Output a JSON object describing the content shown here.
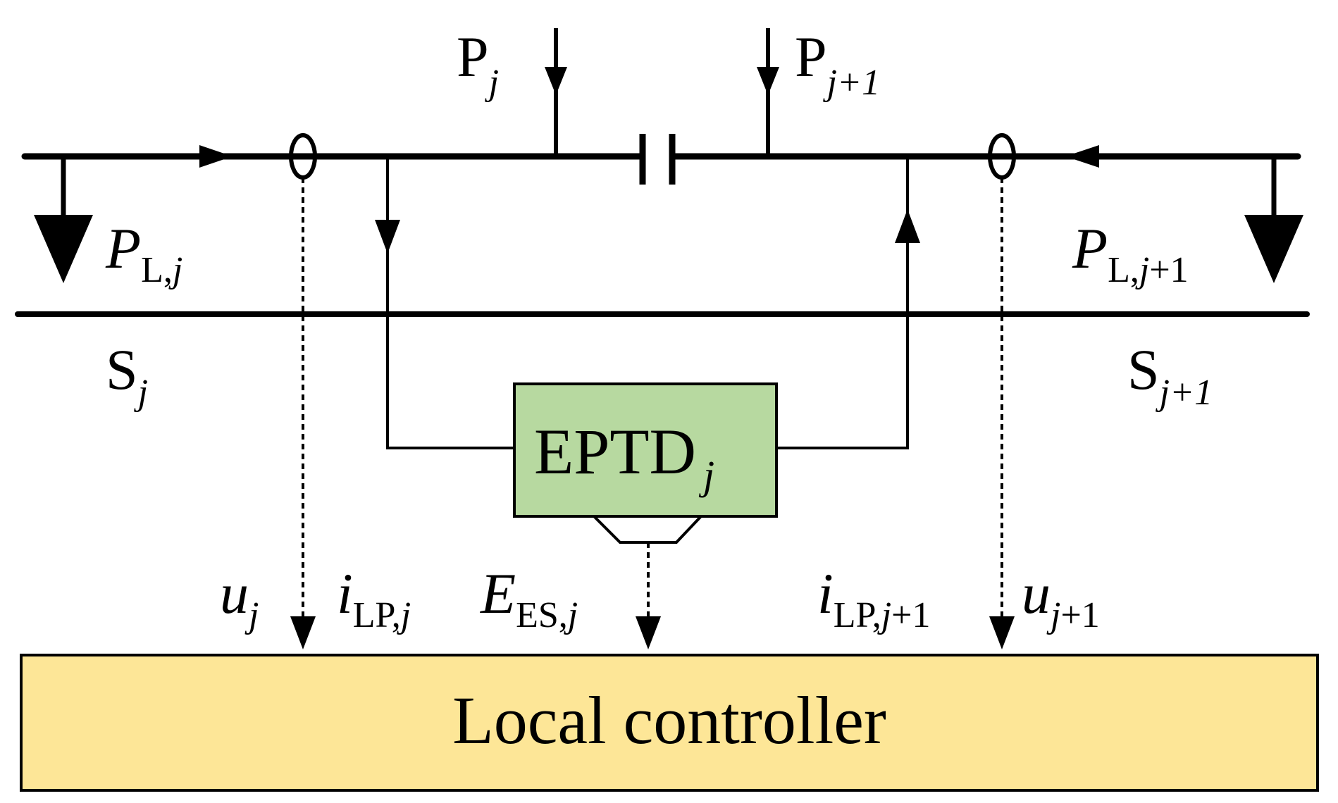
{
  "colors": {
    "line": "#000000",
    "eptd_fill": "#b7d9a0",
    "controller_fill": "#fde697",
    "background": "#ffffff"
  },
  "labels": {
    "p_j": {
      "base": "P",
      "sub": "j"
    },
    "p_j1": {
      "base": "P",
      "sub": "j+1"
    },
    "pl_j": {
      "base": "P",
      "sub_pre": "L,",
      "sub_var": "j"
    },
    "pl_j1": {
      "base": "P",
      "sub_pre": "L,",
      "sub_var": "j",
      "sub_post": "+1"
    },
    "s_j": {
      "base": "S",
      "sub": "j"
    },
    "s_j1": {
      "base": "S",
      "sub": "j+1"
    },
    "eptd": {
      "base": "EPTD",
      "sub": "j"
    },
    "u_j": {
      "base": "u",
      "sub": "j"
    },
    "i_lp_j": {
      "base": "i",
      "sub_pre": "LP,",
      "sub_var": "j"
    },
    "e_es_j": {
      "base": "E",
      "sub_pre": "ES,",
      "sub_var": "j"
    },
    "i_lp_j1": {
      "base": "i",
      "sub_pre": "LP,",
      "sub_var": "j",
      "sub_post": "+1"
    },
    "u_j1": {
      "base": "u",
      "sub_var": "j",
      "sub_post": "+1"
    },
    "controller": "Local controller"
  }
}
